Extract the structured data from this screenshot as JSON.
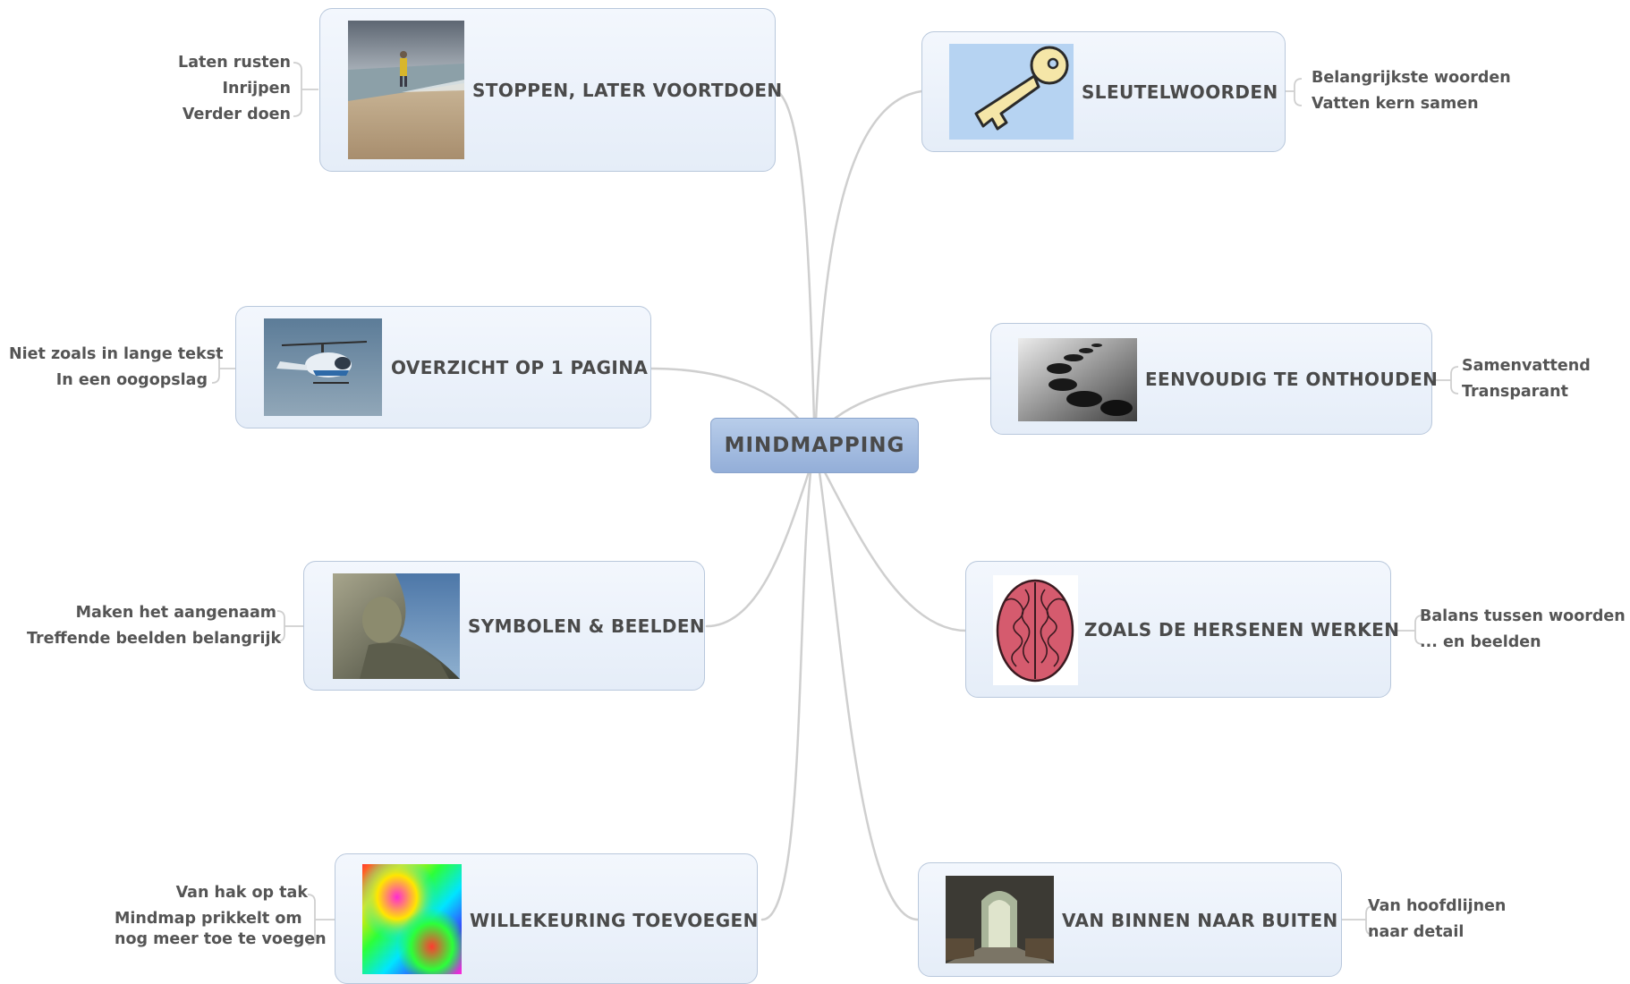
{
  "central": {
    "label": "MINDMAPPING"
  },
  "nodes": {
    "stoppen": {
      "label": "STOPPEN, LATER VOORTDOEN",
      "image": "beach-walker-photo",
      "subtopics": [
        "Laten rusten",
        "Inrijpen",
        "Verder doen"
      ]
    },
    "sleutelwoorden": {
      "label": "SLEUTELWOORDEN",
      "image": "key-clipart",
      "subtopics": [
        "Belangrijkste woorden",
        "Vatten kern samen"
      ]
    },
    "overzicht": {
      "label": "OVERZICHT OP 1 PAGINA",
      "image": "helicopter-photo",
      "subtopics": [
        "Niet zoals in lange tekst",
        "In een oogopslag"
      ]
    },
    "eenvoudig": {
      "label": "EENVOUDIG TE ONTHOUDEN",
      "image": "stepping-stones-photo",
      "subtopics": [
        "Samenvattend",
        "Transparant"
      ]
    },
    "symbolen": {
      "label": "SYMBOLEN & BEELDEN",
      "image": "statue-photo",
      "subtopics": [
        "Maken het aangenaam",
        "Treffende beelden belangrijk"
      ]
    },
    "hersenen": {
      "label": "ZOALS DE HERSENEN WERKEN",
      "image": "brain-clipart",
      "subtopics": [
        "Balans tussen woorden ...",
        "...  en beelden"
      ]
    },
    "willekeuring": {
      "label": "WILLEKEURING TOEVOEGEN",
      "image": "rainbow-gradient-pattern",
      "subtopics": [
        "Van hak op tak",
        "Mindmap prikkelt om",
        "nog meer toe te voegen"
      ]
    },
    "binnen": {
      "label": "VAN BINNEN NAAR BUITEN",
      "image": "gate-tunnel-photo",
      "subtopics": [
        "Van hoofdlijnen",
        "naar detail"
      ]
    }
  },
  "colors": {
    "node_border": "#b9c8dc",
    "node_fill": "#e8eff9",
    "central_fill": "#a6bde2",
    "connector": "#c8c8c8",
    "text": "#4a4a4a"
  }
}
